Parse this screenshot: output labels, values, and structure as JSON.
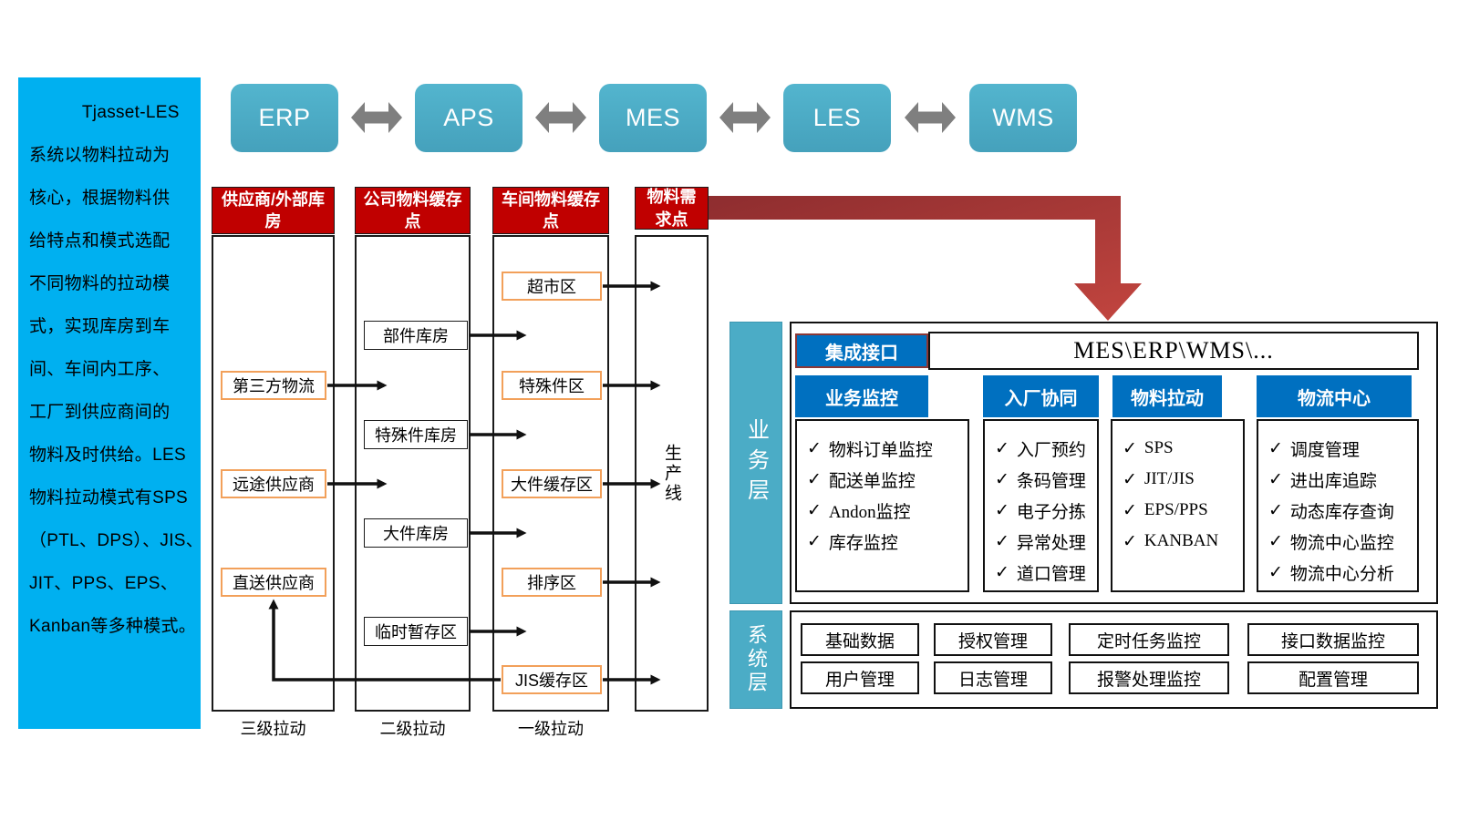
{
  "left_panel": {
    "text": "　　　Tjasset-LES\n系统以物料拉动为\n核心，根据物料供\n给特点和模式选配\n不同物料的拉动模\n式，实现库房到车\n间、车间内工序、\n工厂到供应商间的\n物料及时供给。LES\n物料拉动模式有SPS\n（PTL、DPS）、JIS、\nJIT、PPS、EPS、\nKanban等多种模式。"
  },
  "top_flow": {
    "systems": [
      "ERP",
      "APS",
      "MES",
      "LES",
      "WMS"
    ]
  },
  "pull_flow": {
    "columns": [
      {
        "header": "供应商/外部库房",
        "items": [
          "第三方物流",
          "远途供应商",
          "直送供应商"
        ],
        "footer": "三级拉动"
      },
      {
        "header": "公司物料缓存点",
        "items": [
          "部件库房",
          "特殊件库房",
          "大件库房",
          "临时暂存区"
        ],
        "footer": "二级拉动"
      },
      {
        "header": "车间物料缓存点",
        "items": [
          "超市区",
          "特殊件区",
          "大件缓存区",
          "排序区",
          "JIS缓存区"
        ],
        "footer": "一级拉动"
      },
      {
        "header": "物料需求点",
        "items": [
          "生产线"
        ],
        "footer": ""
      }
    ]
  },
  "platform": {
    "business_layer_label": "业务层",
    "system_layer_label": "系统层",
    "integration_label": "集成接口",
    "integration_systems": "MES\\ERP\\WMS\\...",
    "check_icon": "✓",
    "modules": [
      {
        "title": "业务监控",
        "items": [
          "物料订单监控",
          "配送单监控",
          "Andon监控",
          "库存监控"
        ]
      },
      {
        "title": "入厂协同",
        "items": [
          "入厂预约",
          "条码管理",
          "电子分拣",
          "异常处理",
          "道口管理"
        ]
      },
      {
        "title": "物料拉动",
        "items": [
          "SPS",
          "JIT/JIS",
          "EPS/PPS",
          "KANBAN"
        ]
      },
      {
        "title": "物流中心",
        "items": [
          "调度管理",
          "进出库追踪",
          "动态库存查询",
          "物流中心监控",
          "物流中心分析"
        ]
      }
    ],
    "system_modules_row1": [
      "基础数据",
      "授权管理",
      "定时任务监控",
      "接口数据监控"
    ],
    "system_modules_row2": [
      "用户管理",
      "日志管理",
      "报警处理监控",
      "配置管理"
    ]
  },
  "colors": {
    "cyan_panel": "#00B0F0",
    "teal_box": "#4BACC6",
    "red_header": "#C00000",
    "orange_border": "#F2A05A",
    "blue_header": "#0070C0",
    "maroon_border": "#8C3836",
    "big_arrow_red": "#A03537",
    "gray_arrow": "#7F7F7F"
  }
}
